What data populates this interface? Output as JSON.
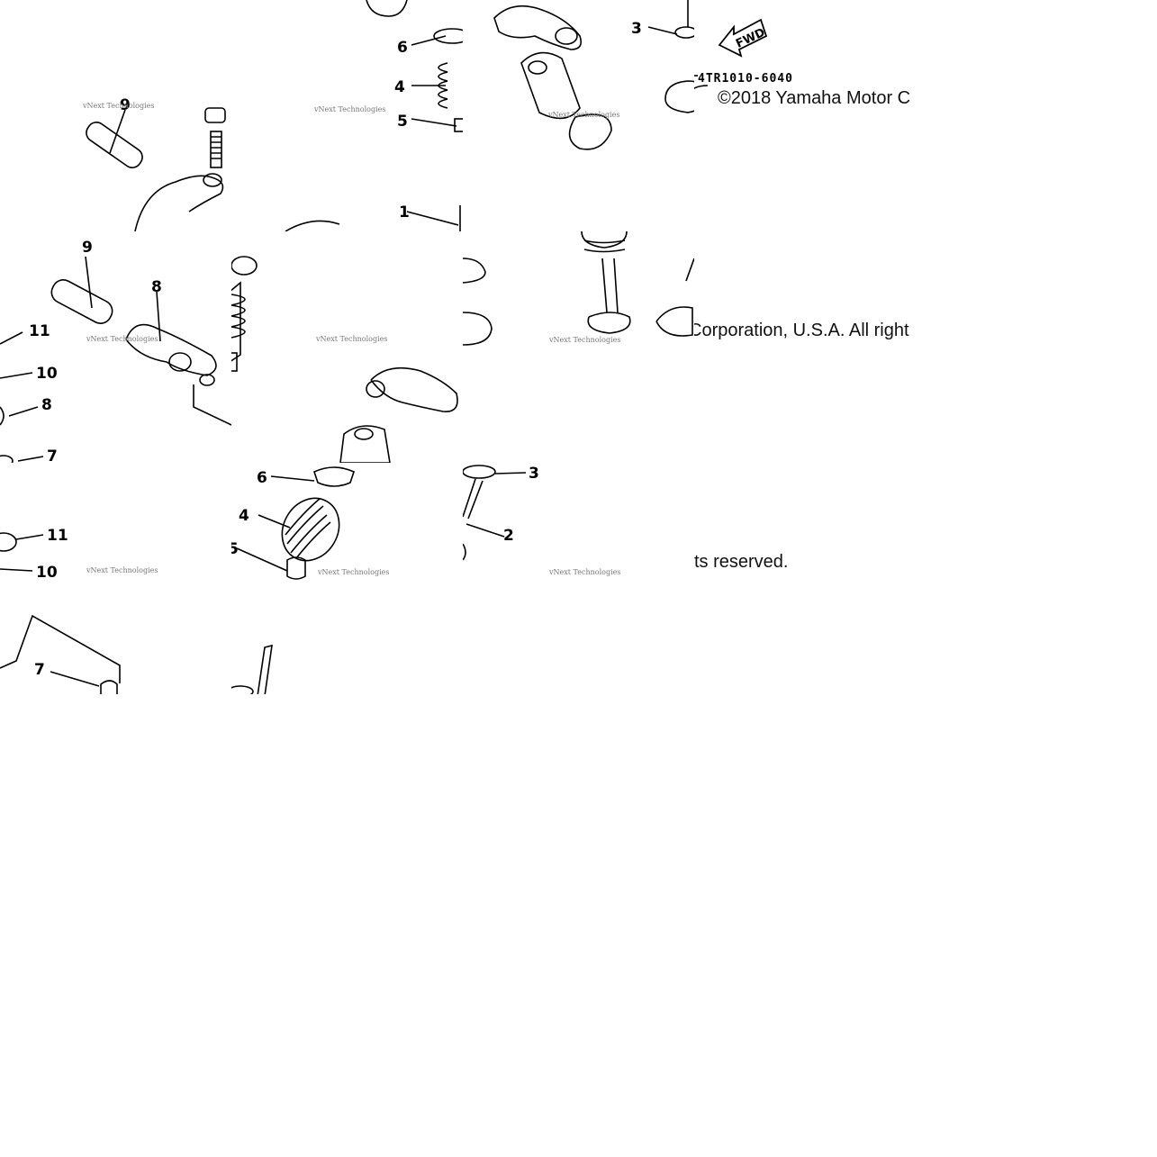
{
  "diagram": {
    "ref_code": "4TR1010-6040",
    "fwd_label": "FWD",
    "watermark": "vNext Technologies",
    "copyright": {
      "part1": "©2018 Yamaha Motor C",
      "part2": "Corporation, U.S.A. All right",
      "part3": "ts reserved."
    },
    "callouts": {
      "c1": "9",
      "c2": "6",
      "c3": "4",
      "c4": "5",
      "c5": "1",
      "c6": "3",
      "c7": "9",
      "c8": "8",
      "c9": "11",
      "c10": "10",
      "c11": "8",
      "c12": "7",
      "c13": "6",
      "c14": "4",
      "c15": "5",
      "c16": "3",
      "c17": "2",
      "c18": "11",
      "c19": "10",
      "c20": "7"
    }
  },
  "colors": {
    "line": "#000000",
    "background": "#ffffff",
    "watermark": "#777777"
  }
}
